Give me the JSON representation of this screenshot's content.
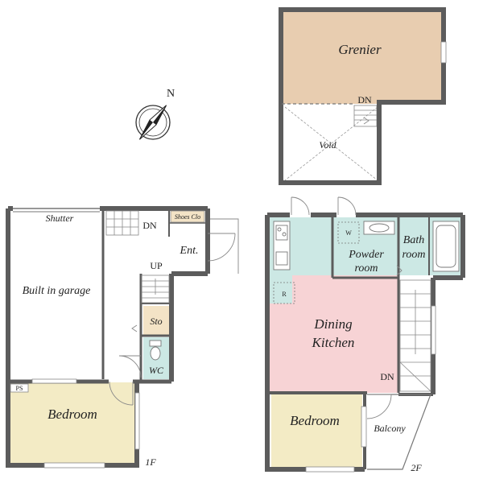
{
  "colors": {
    "grenier": "#e8cdb0",
    "dining_kitchen": "#f7d3d5",
    "bedroom": "#f3ebc5",
    "wet_area": "#cce8e4",
    "storage": "#f3e3c6",
    "wall": "#5c5c5c",
    "background": "#ffffff"
  },
  "compass": {
    "north_label": "N",
    "icon": "north-arrow-icon"
  },
  "floor1": {
    "floor_label": "1F",
    "shutter": "Shutter",
    "garage": "Built in garage",
    "stair_down": "DN",
    "stair_up": "UP",
    "shoes_closet": "Shoes Clo",
    "entrance": "Ent.",
    "storage": "Sto",
    "wc": "WC",
    "ps": "PS",
    "bedroom": "Bedroom"
  },
  "floor2": {
    "floor_label": "2F",
    "washer": "W",
    "powder_room_line1": "Powder",
    "powder_room_line2": "room",
    "bath_line1": "Bath",
    "bath_line2": "room",
    "refrigerator": "R",
    "dining_line1": "Dining",
    "dining_line2": "Kitchen",
    "stair_down": "DN",
    "bedroom": "Bedroom",
    "balcony": "Balcony"
  },
  "loft": {
    "grenier": "Grenier",
    "stair_down": "DN",
    "void": "Void"
  }
}
